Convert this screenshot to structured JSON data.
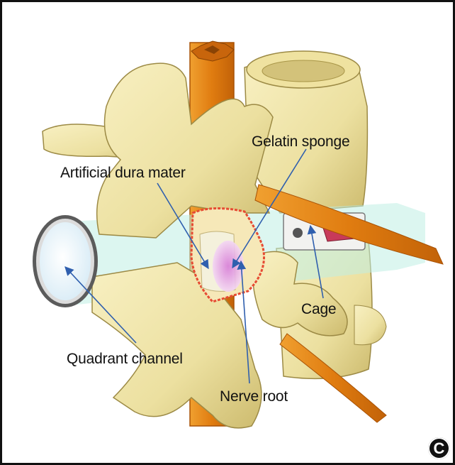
{
  "labels": {
    "gelatin_sponge": "Gelatin sponge",
    "artificial_dura": "Artificial dura mater",
    "cage": "Cage",
    "quadrant_channel": "Quadrant channel",
    "nerve_root": "Nerve root"
  },
  "badge": "C",
  "colors": {
    "bone": "#f1e6a8",
    "bone_shade": "#c9b86a",
    "nerve": "#e88a1a",
    "arrow": "#2f5fae",
    "channel": "#bfeee3",
    "dura_edge": "#e64b33"
  }
}
